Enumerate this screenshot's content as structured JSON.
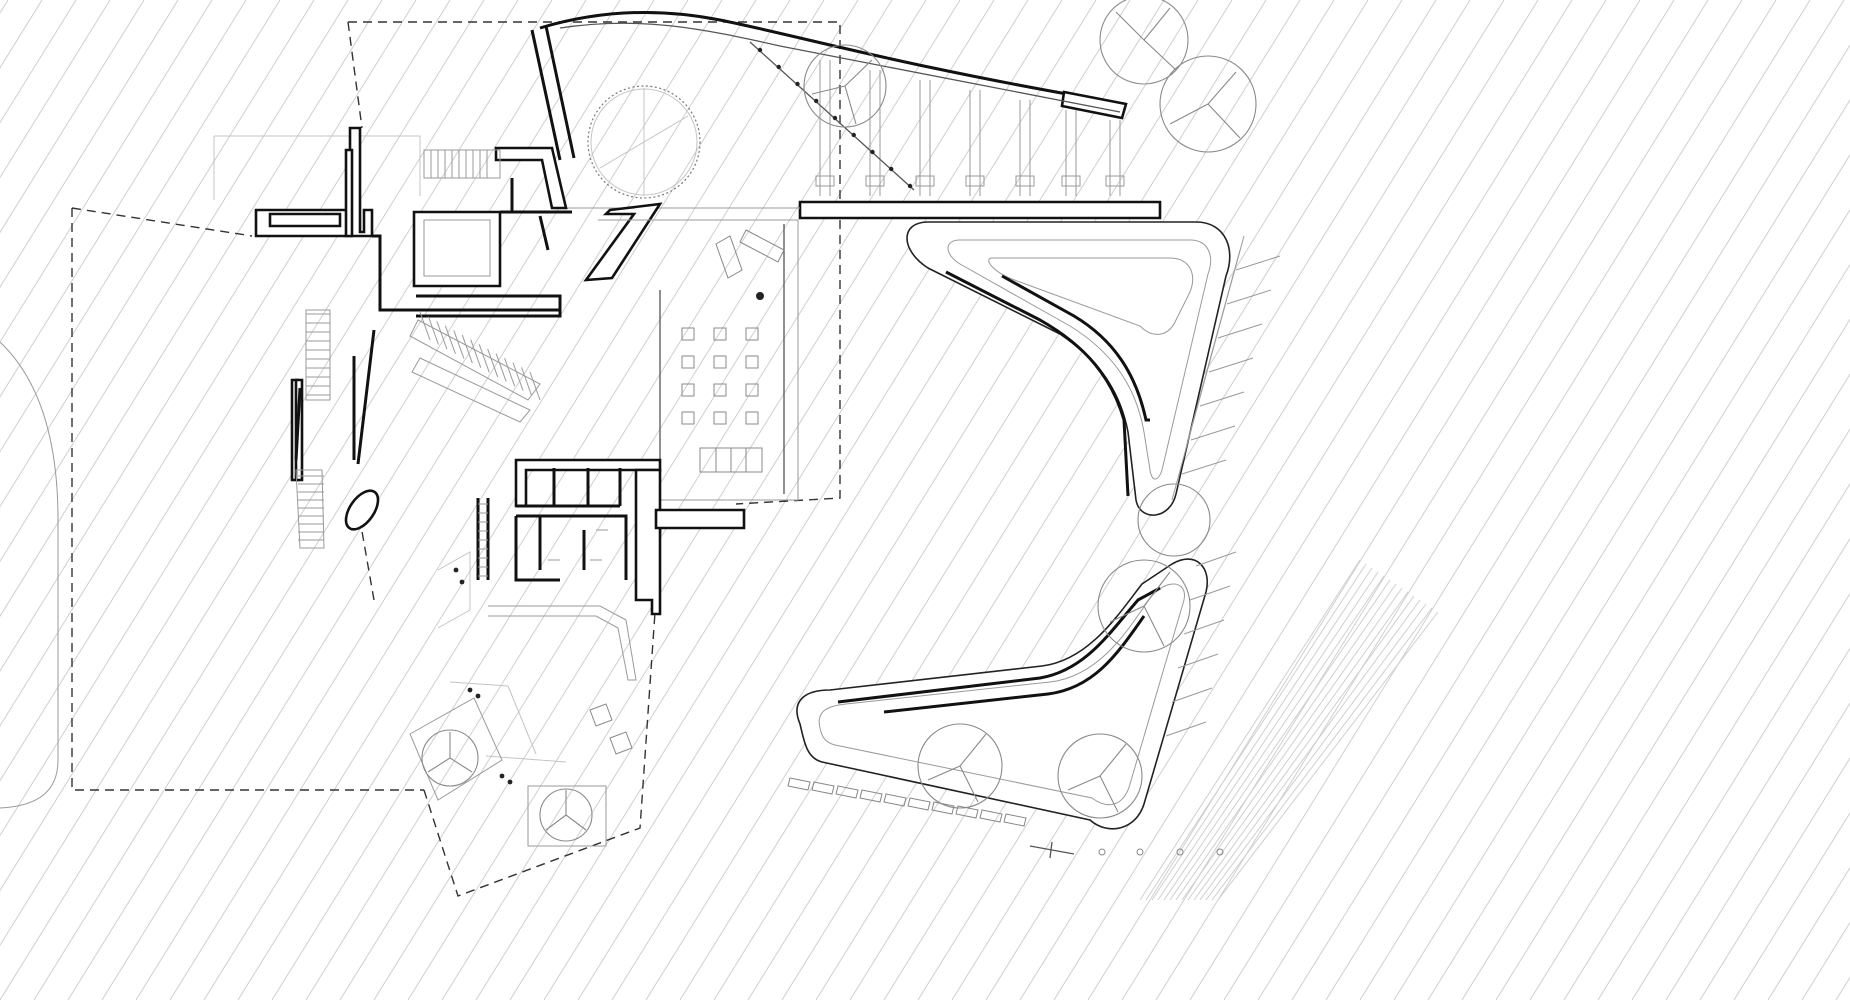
{
  "drawing": {
    "kind": "architectural-floor-plan",
    "colors": {
      "background": "#ffffff",
      "walls": "#111111",
      "linework": "#9a9a9a",
      "hatch": "#cfcfcf",
      "dashed_outline": "#333333"
    },
    "icons": [
      "tree-symbol",
      "north-stair",
      "ramp-planter",
      "column-dot"
    ]
  }
}
